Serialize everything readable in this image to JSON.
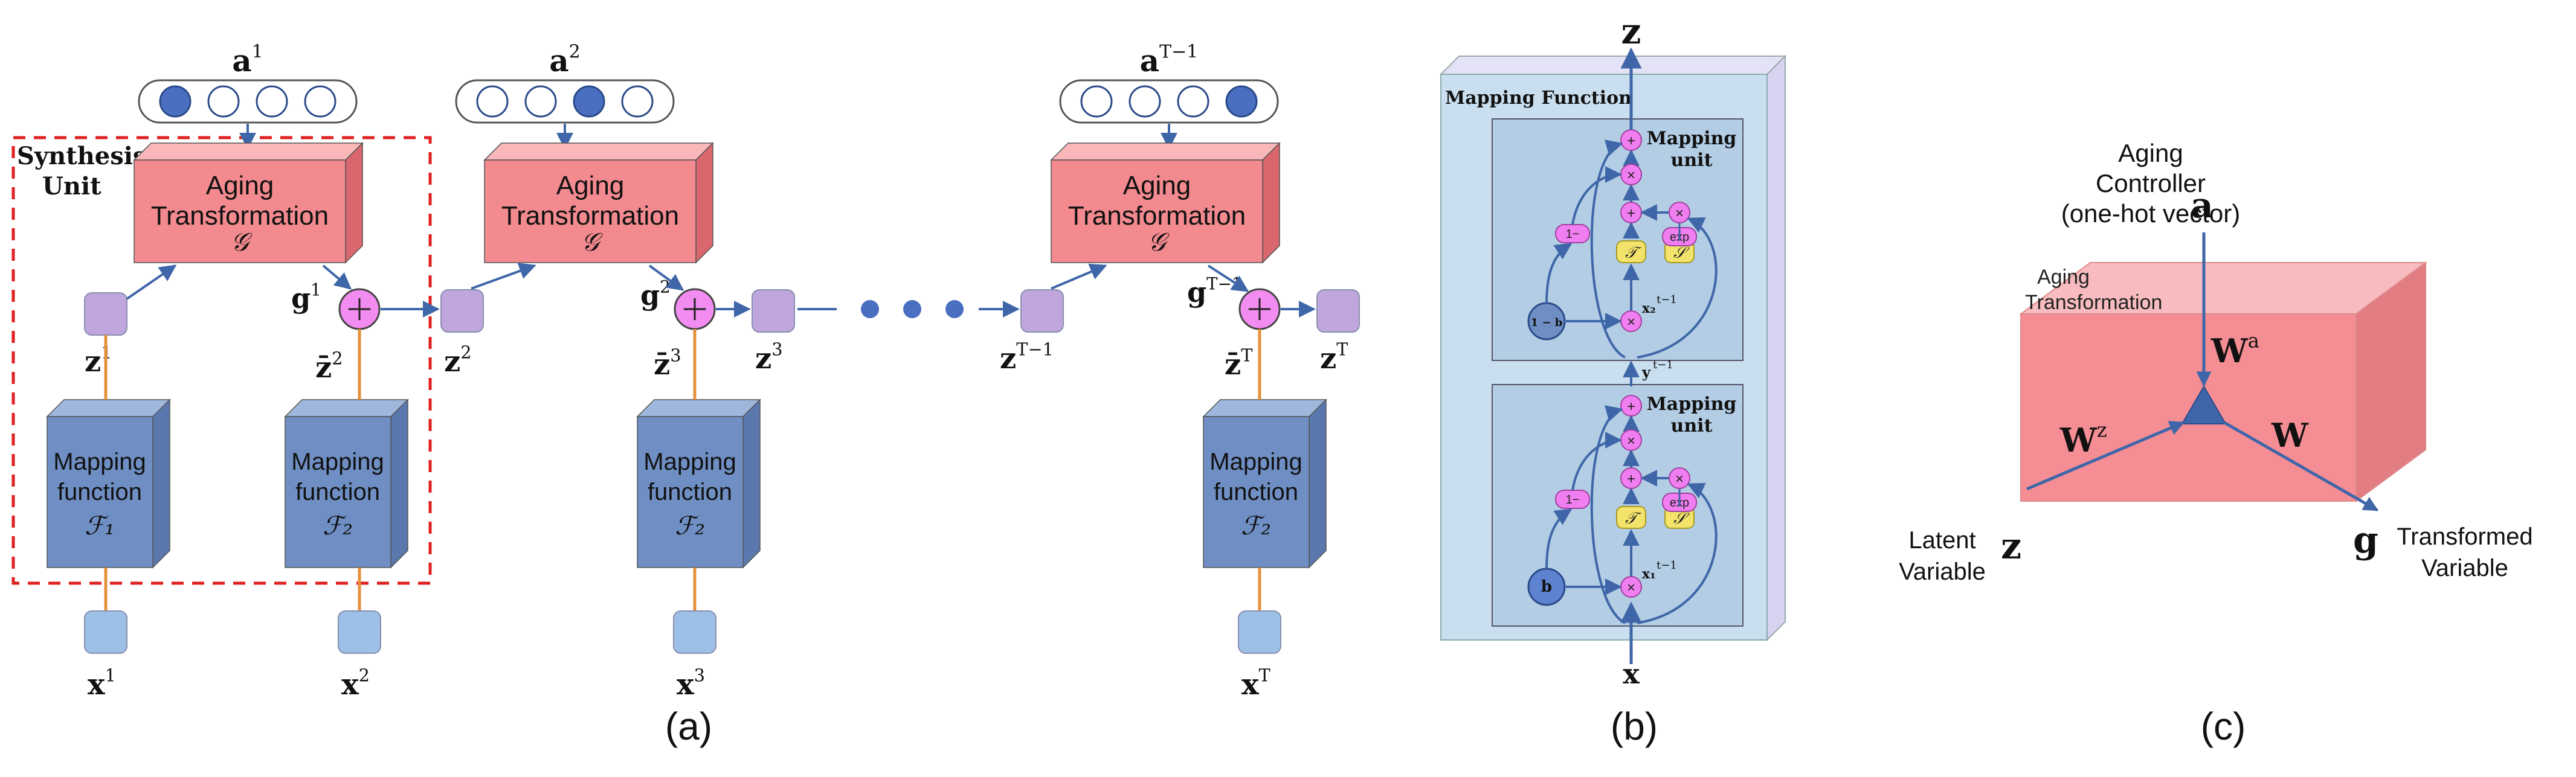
{
  "panel_a": {
    "caption": "(a)",
    "synthesis_unit_label": "Synthesis\nUnit",
    "aging_block": {
      "line1": "Aging",
      "line2": "Transformation",
      "symbol": "𝒢"
    },
    "mapping_block": {
      "line1": "Mapping",
      "line2": "function"
    },
    "mapping_symbols": [
      "ℱ₁",
      "ℱ₂",
      "ℱ₂",
      "ℱ₂"
    ],
    "onehot_active_index": [
      0,
      2,
      3
    ],
    "a_labels": [
      {
        "base": "a",
        "sup": "1"
      },
      {
        "base": "a",
        "sup": "2"
      },
      {
        "base": "a",
        "sup": "T−1"
      }
    ],
    "z_labels": [
      {
        "base": "z",
        "sup": "1"
      },
      {
        "base": "z",
        "sup": "2"
      },
      {
        "base": "z",
        "sup": "3"
      },
      {
        "base": "z",
        "sup": "T−1"
      },
      {
        "base": "z",
        "sup": "T"
      }
    ],
    "zbar_labels": [
      {
        "base": "z̄",
        "sup": "2"
      },
      {
        "base": "z̄",
        "sup": "3"
      },
      {
        "base": "z̄",
        "sup": "T"
      }
    ],
    "g_labels": [
      {
        "base": "g",
        "sup": "1"
      },
      {
        "base": "g",
        "sup": "2"
      },
      {
        "base": "g",
        "sup": "T−1"
      }
    ],
    "x_labels": [
      {
        "base": "x",
        "sup": "1"
      },
      {
        "base": "x",
        "sup": "2"
      },
      {
        "base": "x",
        "sup": "3"
      },
      {
        "base": "x",
        "sup": "T"
      }
    ]
  },
  "panel_b": {
    "caption": "(b)",
    "title": "Mapping Function",
    "top_output": "z",
    "bottom_input": "x",
    "unit_label": "Mapping\nunit",
    "upper_unit": {
      "gate_input": "1 − b",
      "x_label": "x₂",
      "x_sup": "t−1",
      "y_label": "y",
      "y_sup": "t−1"
    },
    "lower_unit": {
      "gate_input": "b",
      "x_label": "x₁",
      "x_sup": "t−1"
    },
    "ops": {
      "plus": "+",
      "times": "×",
      "one_minus": "1−",
      "exp": "exp",
      "T": "𝒯",
      "S": "𝒮"
    }
  },
  "panel_c": {
    "caption": "(c)",
    "controller_label": "Aging\nController\n(one-hot vector)",
    "controller_var": "a",
    "box_label": "Aging\nTransformation",
    "w_a": {
      "base": "W",
      "sup": "a"
    },
    "w_z": {
      "base": "W",
      "sup": "z"
    },
    "w": "W",
    "latent_var": "z",
    "latent_label": "Latent\nVariable",
    "output_var": "g",
    "output_label": "Transformed\nVariable"
  },
  "colors": {
    "aging_face": "#f28a8f",
    "aging_top": "#f9b7ba",
    "aging_side": "#d9676d",
    "mapping_face": "#6f8fc4",
    "mapping_top": "#9fb7dc",
    "mapping_side": "#5a78ad",
    "latent_node": "#bfa6dc",
    "input_node": "#9dc1e6",
    "plus_node": "#f28cf0",
    "arrow": "#3f66a8",
    "dashed": "#e02020",
    "connector": "#e6903a",
    "onehot_fill": "#4a6fc0",
    "panel_b_face": "#c9dff0",
    "panel_b_side": "#dad7f0",
    "unit_face": "#b3cde5",
    "op_pink": "#f07ef0",
    "op_yellow": "#f3e36b",
    "panel_c_face": "#f58e94",
    "panel_c_top": "#f8bcc0",
    "panel_c_side": "#e17a80"
  }
}
